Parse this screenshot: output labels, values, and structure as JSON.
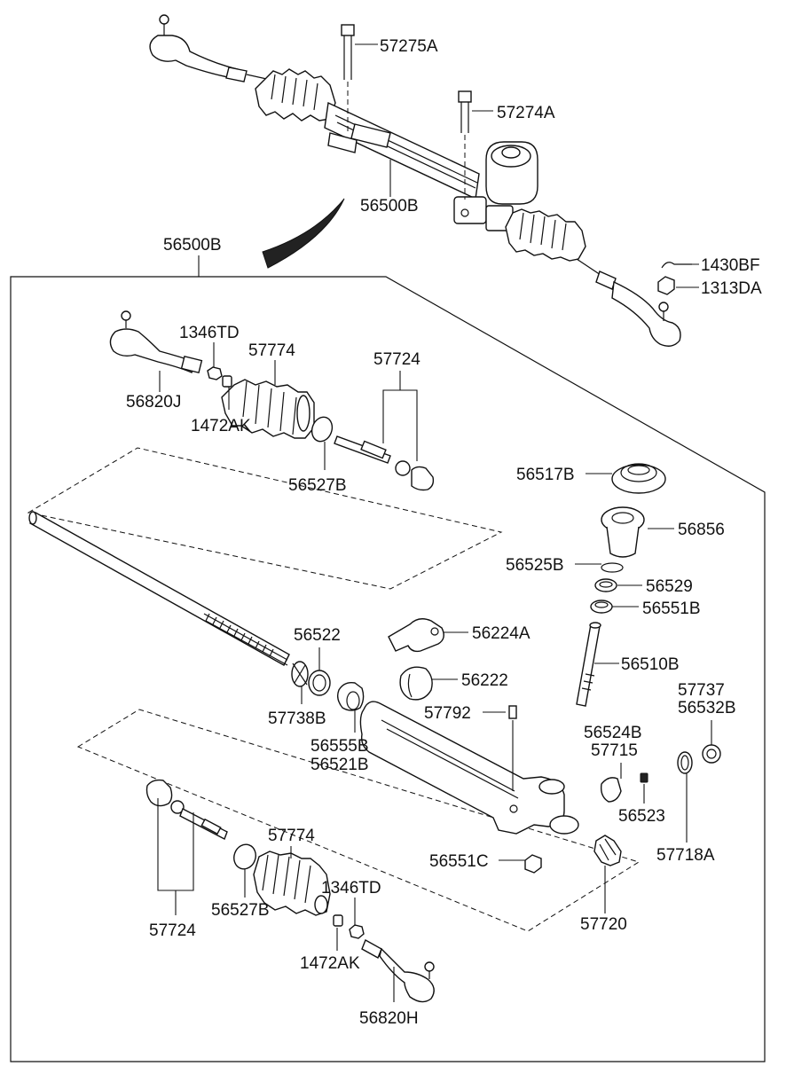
{
  "labels": {
    "p57275A": "57275A",
    "p57274A": "57274A",
    "p56500B_assy": "56500B",
    "p56500B_frame": "56500B",
    "p1430BF": "1430BF",
    "p1313DA": "1313DA",
    "p1346TD_top": "1346TD",
    "p57774_top": "57774",
    "p57724_top": "57724",
    "p56820J": "56820J",
    "p1472AK_top": "1472AK",
    "p56527B_top": "56527B",
    "p56517B": "56517B",
    "p56856": "56856",
    "p56525B": "56525B",
    "p56529": "56529",
    "p56551B": "56551B",
    "p56522": "56522",
    "p56224A": "56224A",
    "p56510B": "56510B",
    "p56222": "56222",
    "p57737": "57737",
    "p56532B": "56532B",
    "p57738B": "57738B",
    "p57792": "57792",
    "p56555B": "56555B",
    "p56521B": "56521B",
    "p56524B": "56524B",
    "p57715": "57715",
    "p56523": "56523",
    "p57718A": "57718A",
    "p56551C": "56551C",
    "p57774_bot": "57774",
    "p1346TD_bot": "1346TD",
    "p56527B_bot": "56527B",
    "p57724_bot": "57724",
    "p1472AK_bot": "1472AK",
    "p57720": "57720",
    "p56820H": "56820H"
  },
  "colors": {
    "line": "#111111",
    "background": "#ffffff",
    "arrow": "#111111"
  }
}
